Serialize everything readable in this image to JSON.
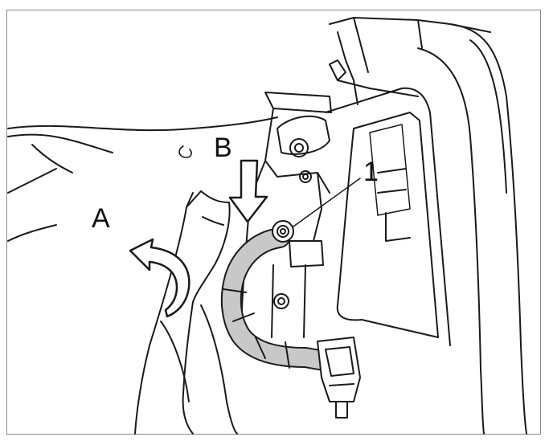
{
  "diagram": {
    "labels": {
      "a": "A",
      "b": "B",
      "one": "1"
    },
    "colors": {
      "line": "#1a1a1a",
      "cable_fill": "#c8c8c8",
      "background": "#ffffff",
      "frame": "#888888"
    }
  }
}
